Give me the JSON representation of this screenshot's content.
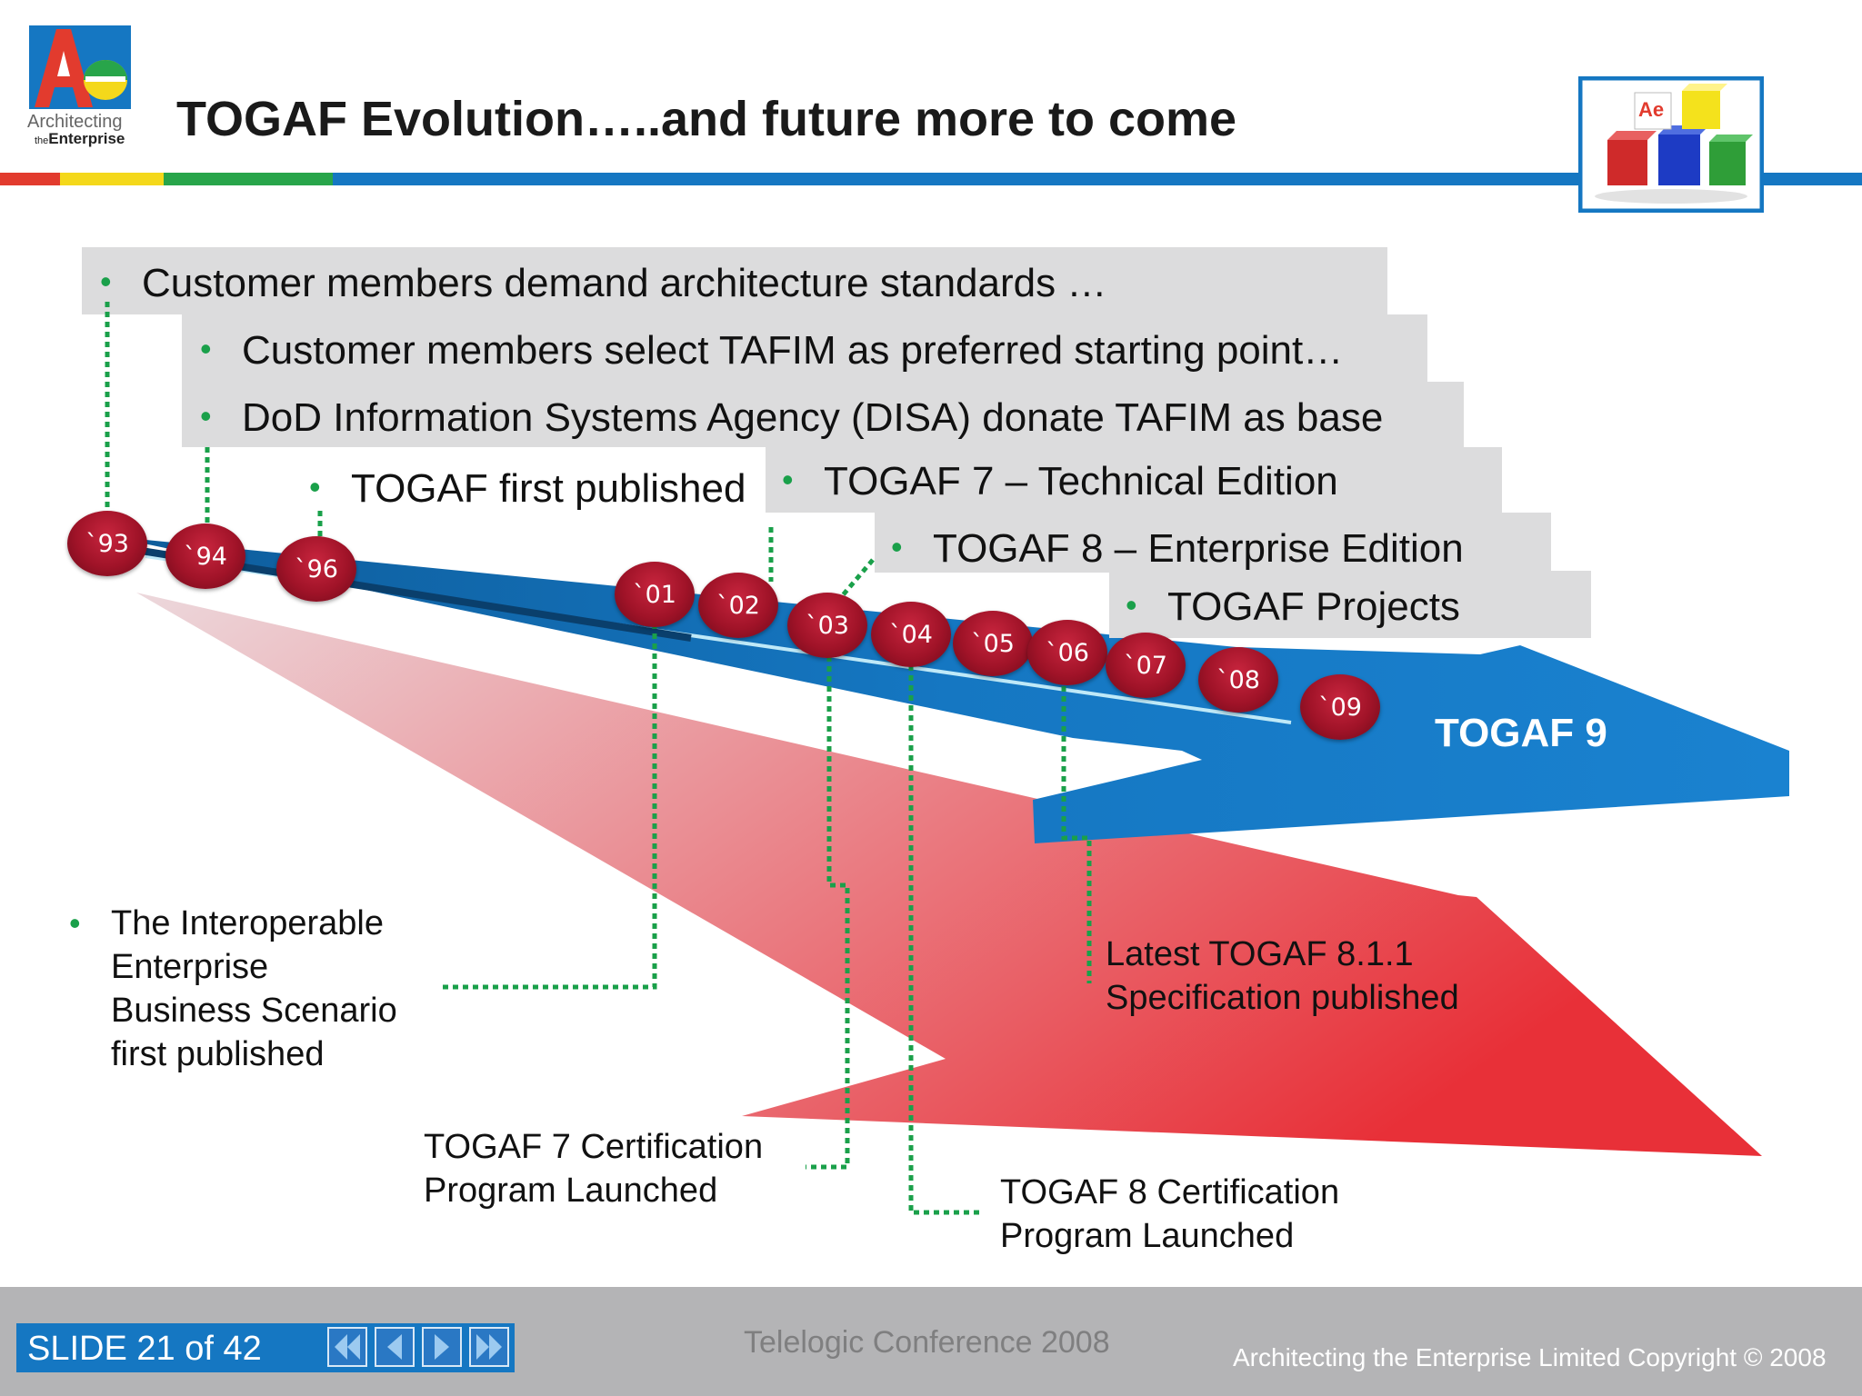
{
  "header": {
    "title": "TOGAF Evolution…..and future more to come",
    "logo": {
      "glyph": "Ae",
      "line1": "Architecting",
      "line2_small": "the",
      "line2": "Enterprise",
      "icon": "ae-logo"
    },
    "cubes_image": {
      "icon": "colored-cubes"
    },
    "stripe_colors": [
      "#e23b2e",
      "#f4d81b",
      "#28a54a",
      "#1577c2"
    ]
  },
  "timeline": {
    "years": [
      "`93",
      "`94",
      "`96",
      "`01",
      "`02",
      "`03",
      "`04",
      "`05",
      "`06",
      "`07",
      "`08",
      "`09"
    ],
    "arrow_label": "TOGAF 9"
  },
  "milestones": {
    "customer_demand": "Customer members demand architecture standards …",
    "select_tafim": "Customer members select TAFIM as preferred starting point…",
    "disa_donate": "DoD Information Systems Agency (DISA) donate TAFIM as base",
    "first_published": "TOGAF first published",
    "togaf7": "TOGAF 7 – Technical Edition",
    "togaf8": "TOGAF 8 – Enterprise Edition",
    "projects": "TOGAF Projects"
  },
  "notes": {
    "interoperable": [
      "The Interoperable",
      "Enterprise",
      "Business Scenario",
      "first published"
    ],
    "togaf7_cert": [
      "TOGAF 7 Certification",
      "Program Launched"
    ],
    "togaf8_cert": [
      "TOGAF 8 Certification",
      "Program Launched"
    ],
    "latest_spec": [
      "Latest TOGAF 8.1.1",
      "Specification published"
    ]
  },
  "footer": {
    "slide_label": "SLIDE 21 of 42",
    "conference": "Telelogic Conference 2008",
    "copyright": "Architecting the Enterprise Limited Copyright © 2008",
    "nav": [
      "first-slide-icon",
      "previous-slide-icon",
      "next-slide-icon",
      "last-slide-icon"
    ]
  },
  "colors": {
    "accent_blue": "#1577c2",
    "bullet_green": "#1aa04a",
    "year_marker": "#a01328",
    "milestone_bg": "#dcdcdd",
    "footer_bg": "#b4b4b6"
  }
}
